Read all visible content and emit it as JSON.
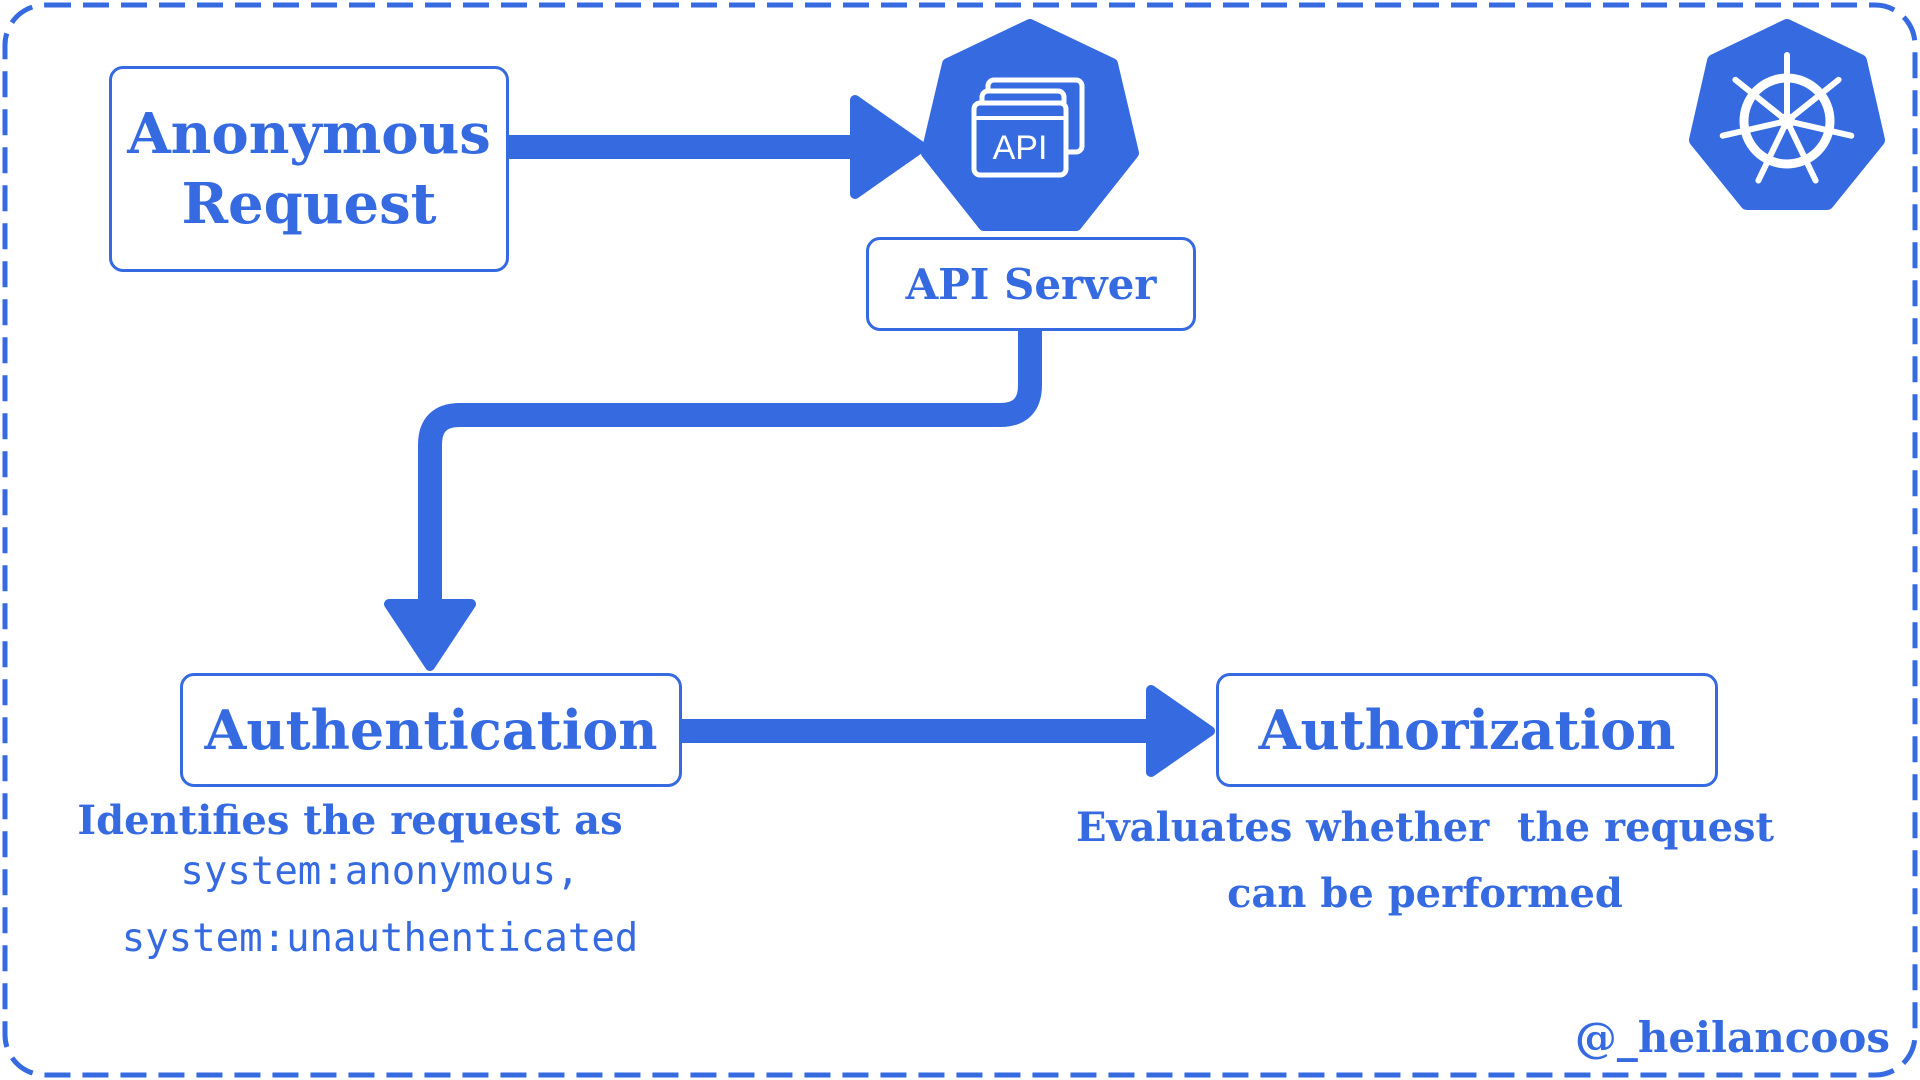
{
  "diagram": {
    "nodes": {
      "anonymous_request": {
        "line1": "Anonymous",
        "line2": "Request"
      },
      "api_server": {
        "label": "API Server",
        "icon_text": "API"
      },
      "authentication": {
        "label": "Authentication"
      },
      "authorization": {
        "label": "Authorization"
      }
    },
    "captions": {
      "authentication": {
        "line1": "Identifies the request as",
        "line2": "system:anonymous,",
        "line3": "system:unauthenticated"
      },
      "authorization": {
        "line1": "Evaluates whether  the request",
        "line2": "can be performed"
      }
    },
    "edges": [
      {
        "from": "anonymous_request",
        "to": "api_server"
      },
      {
        "from": "api_server",
        "to": "authentication"
      },
      {
        "from": "authentication",
        "to": "authorization"
      }
    ]
  },
  "logo": {
    "icon": "kubernetes-helm-icon"
  },
  "attribution": "@_heilancoos",
  "colors": {
    "primary": "#356ae0",
    "background": "#ffffff"
  }
}
